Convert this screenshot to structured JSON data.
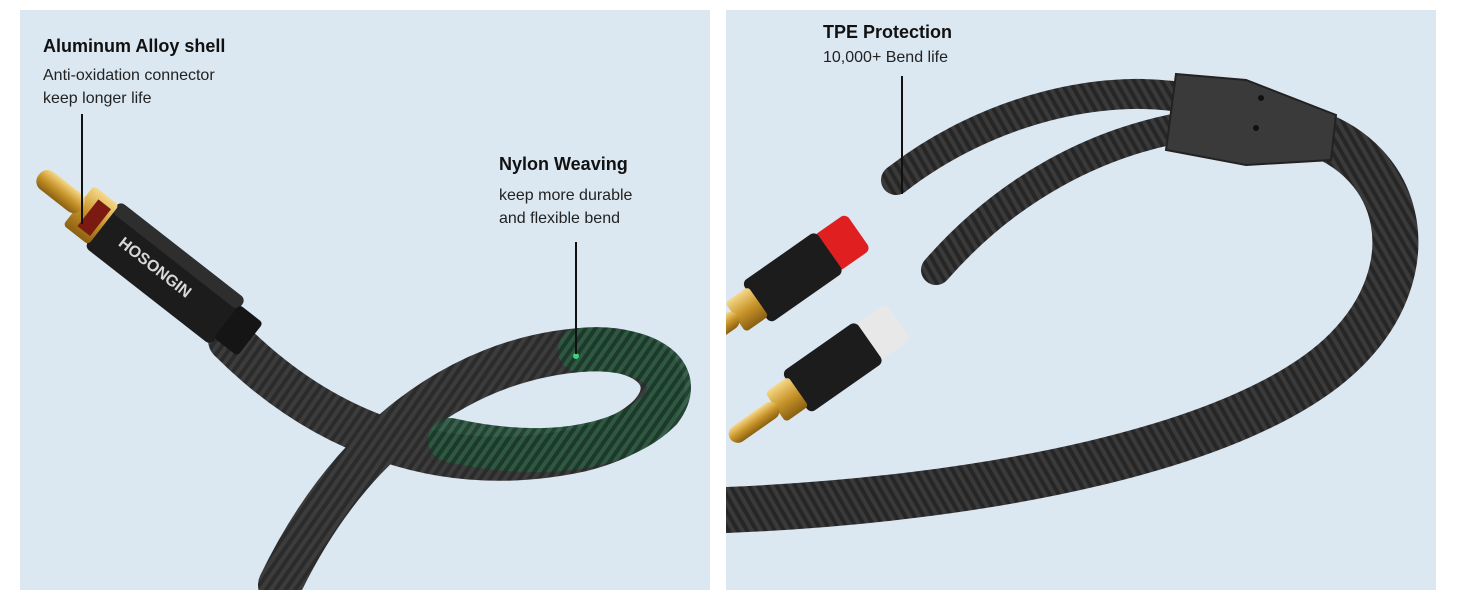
{
  "left_panel": {
    "callout_shell": {
      "title": "Aluminum Alloy shell",
      "lines": [
        "Anti-oxidation connector",
        "keep longer life"
      ]
    },
    "callout_nylon": {
      "title": "Nylon Weaving",
      "lines": [
        "keep more durable",
        "and flexible bend"
      ]
    },
    "brand_text": "HOSONGIN"
  },
  "right_panel": {
    "callout_tpe": {
      "title": "TPE Protection",
      "lines": [
        "10,000+ Bend life"
      ]
    }
  },
  "colors": {
    "background": "#dbe7f1",
    "cable": "#2a2a2a",
    "gold": "#d4a437",
    "red_ring": "#e02020",
    "white_ring": "#e8e8e8",
    "highlight_green": "#1f5a3a"
  }
}
